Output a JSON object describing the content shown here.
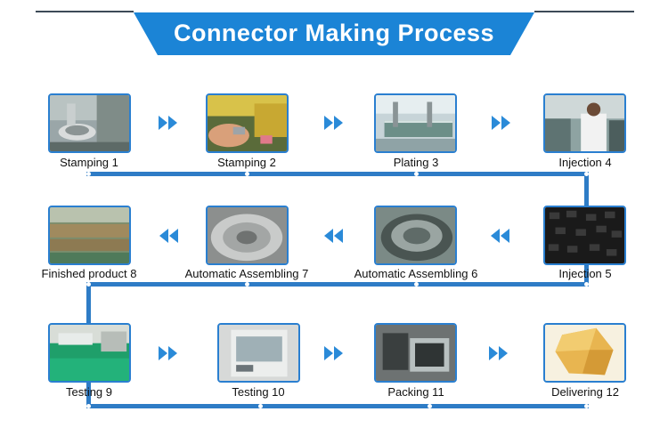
{
  "title": "Connector Making Process",
  "colors": {
    "banner": "#1b84d6",
    "flow": "#2e7cc6",
    "arrow": "#2a8ad8",
    "frame": "#2a7fd0"
  },
  "steps": [
    {
      "label": "Stamping 1",
      "photo": "stamping-machine"
    },
    {
      "label": "Stamping 2",
      "photo": "hand-holding-part"
    },
    {
      "label": "Plating 3",
      "photo": "plating-tanks"
    },
    {
      "label": "Injection 4",
      "photo": "worker-at-machine"
    },
    {
      "label": "Injection 5",
      "photo": "black-plastic-parts"
    },
    {
      "label": "Automatic Assembling 6",
      "photo": "vibratory-bowl"
    },
    {
      "label": "Automatic Assembling 7",
      "photo": "vibratory-bowl-silver"
    },
    {
      "label": "Finished product 8",
      "photo": "product-trays"
    },
    {
      "label": "Testing 9",
      "photo": "green-floor-lab"
    },
    {
      "label": "Testing 10",
      "photo": "test-chamber"
    },
    {
      "label": "Packing 11",
      "photo": "packed-trays"
    },
    {
      "label": "Delivering 12",
      "photo": "cardboard-box"
    }
  ]
}
